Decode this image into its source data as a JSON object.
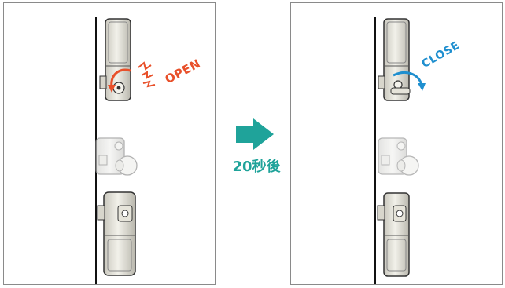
{
  "left_panel": {
    "action_label": "OPEN",
    "action_color": "#e8502a"
  },
  "transition": {
    "label": "20秒後",
    "color": "#1fa39a",
    "icon": "right-arrow-icon"
  },
  "right_panel": {
    "action_label": "CLOSE",
    "action_color": "#1f8fcf"
  }
}
